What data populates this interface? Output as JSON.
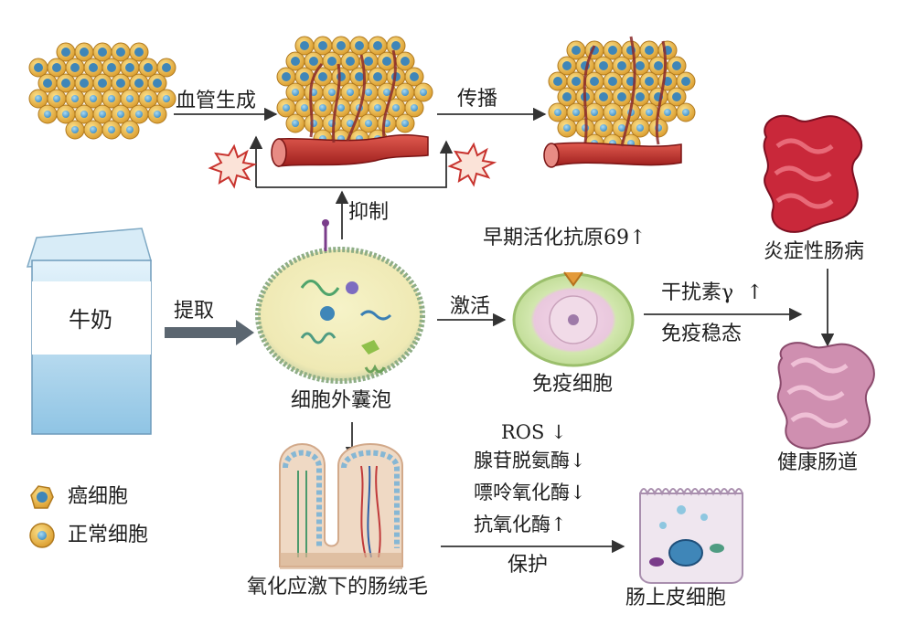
{
  "labels": {
    "angiogenesis": "血管生成",
    "spread": "传播",
    "inhibit": "抑制",
    "cd69": "早期活化抗原69",
    "ifn": "干扰素γ",
    "homeostasis": "免疫稳态",
    "activate": "激活",
    "extract": "提取",
    "milk": "牛奶",
    "exosome": "细胞外囊泡",
    "immune_cell": "免疫细胞",
    "ibd": "炎症性肠病",
    "healthy_gut": "健康肠道",
    "ros": "ROS",
    "ada": "腺苷脱氨酶",
    "xo": "嘌呤氧化酶",
    "antiox": "抗氧化酶",
    "protect": "保护",
    "villi": "氧化应激下的肠绒毛",
    "epithelial": "肠上皮细胞",
    "legend_cancer": "癌细胞",
    "legend_normal": "正常细胞"
  },
  "arrows": {
    "up": "↑",
    "down": "↓"
  },
  "colors": {
    "cell_yellow": "#f2c24e",
    "nucleus_blue": "#5aa9d6",
    "cancer_blue": "#3f86b8",
    "vessel_red": "#c8342f",
    "gut_red": "#c9283a",
    "gut_pink": "#c98aa8",
    "milk_blue": "#a9d4ec",
    "arrow_gray": "#5b6670",
    "immune_green": "#cfe5a8"
  }
}
